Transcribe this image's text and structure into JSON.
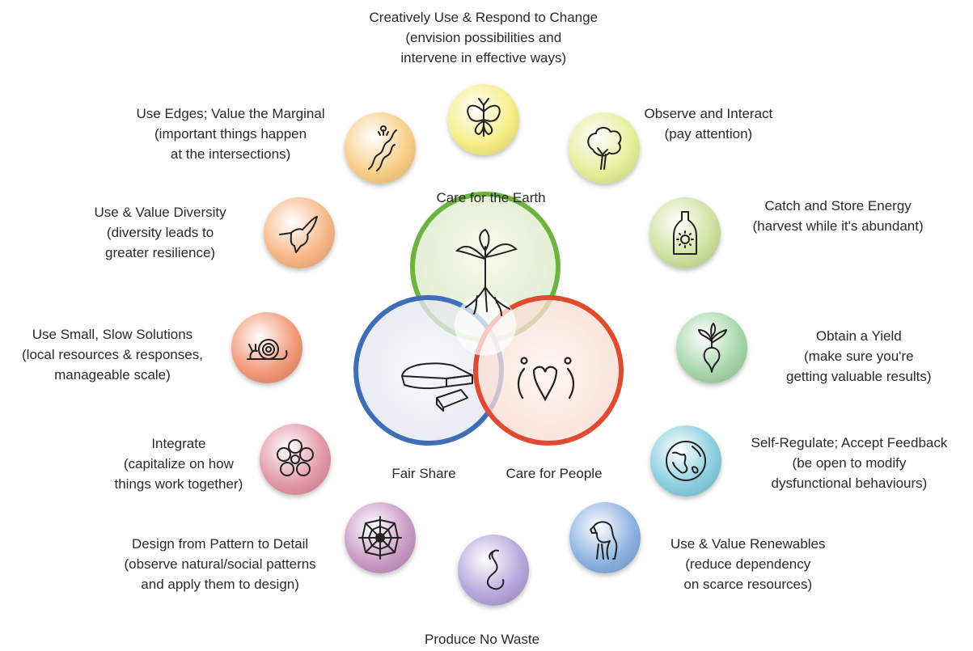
{
  "center": {
    "earth": {
      "label": "Care for the Earth",
      "color": "#6cb33f",
      "icon": "sprout-roots-icon"
    },
    "share": {
      "label": "Fair Share",
      "color": "#3f6eb8",
      "icon": "pie-slice-icon"
    },
    "people": {
      "label": "Care for People",
      "color": "#e04a2f",
      "icon": "people-heart-icon"
    }
  },
  "principles": [
    {
      "id": "change",
      "lines": [
        "Creatively Use & Respond to Change",
        "(envision possibilities and",
        "intervene in effective ways)"
      ],
      "color": "#f7ee8a",
      "icon": "butterfly-icon"
    },
    {
      "id": "observe",
      "lines": [
        "Observe and Interact",
        "(pay attention)"
      ],
      "color": "#e6ef9c",
      "icon": "tree-icon"
    },
    {
      "id": "energy",
      "lines": [
        "Catch and Store Energy",
        "(harvest while it's abundant)"
      ],
      "color": "#cfe3a0",
      "icon": "bottle-sun-icon"
    },
    {
      "id": "yield",
      "lines": [
        "Obtain a Yield",
        "(make sure you're",
        "getting valuable results)"
      ],
      "color": "#a9d8ad",
      "icon": "radish-icon"
    },
    {
      "id": "regulate",
      "lines": [
        "Self-Regulate; Accept Feedback",
        "(be open to modify",
        "dysfunctional behaviours)"
      ],
      "color": "#8dd0e0",
      "icon": "earth-globe-icon"
    },
    {
      "id": "renewables",
      "lines": [
        "Use & Value Renewables",
        "(reduce dependency",
        "on scarce resources)"
      ],
      "color": "#8fb3e3",
      "icon": "horse-icon"
    },
    {
      "id": "waste",
      "lines": [
        "Produce No Waste"
      ],
      "color": "#b9a8dc",
      "icon": "worm-icon"
    },
    {
      "id": "pattern",
      "lines": [
        "Design from Pattern to Detail",
        "(observe natural/social patterns",
        "and apply them to design)"
      ],
      "color": "#cc9cc8",
      "icon": "spider-web-icon"
    },
    {
      "id": "integrate",
      "lines": [
        "Integrate",
        "(capitalize on how",
        "things work together)"
      ],
      "color": "#e49aa8",
      "icon": "flower-ring-icon"
    },
    {
      "id": "small",
      "lines": [
        "Use Small, Slow Solutions",
        "(local resources & responses,",
        "manageable scale)"
      ],
      "color": "#f29a7a",
      "icon": "snail-icon"
    },
    {
      "id": "diversity",
      "lines": [
        "Use & Value Diversity",
        "(diversity leads to",
        "greater resilience)"
      ],
      "color": "#f7b98a",
      "icon": "hummingbird-icon"
    },
    {
      "id": "edges",
      "lines": [
        "Use Edges; Value the Marginal",
        "(important things happen",
        "at the intersections)"
      ],
      "color": "#f9cf89",
      "icon": "river-edge-icon"
    }
  ]
}
